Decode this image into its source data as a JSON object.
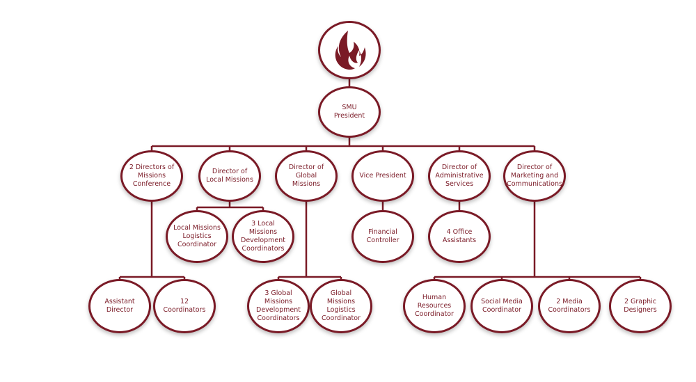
{
  "colors": {
    "accent": "#7a1a26",
    "background": "#ffffff"
  },
  "logo": {
    "icon": "flame-icon"
  },
  "president": "SMU President",
  "directors": {
    "missions_conference": "2 Directors of\nMissions\nConference",
    "local_missions": "Director of\nLocal Missions",
    "global_missions": "Director of\nGlobal Missions",
    "vice_president": "Vice President",
    "administrative": "Director of\nAdministrative\nServices",
    "marketing": "Director of\nMarketing and\nCommunications"
  },
  "staff": {
    "local_logistics": "Local Missions\nLogistics\nCoordinator",
    "local_development": "3 Local Missions\nDevelopment\nCoordinators",
    "financial_controller": "Financial\nController",
    "office_assistants": "4 Office\nAssistants",
    "assistant_director": "Assistant Director",
    "coordinators_12": "12 Coordinators",
    "global_development": "3 Global Missions\nDevelopment\nCoordinators",
    "global_logistics": "Global Missions\nLogistics\nCoordinator",
    "hr_coordinator": "Human Resources\nCoordinator",
    "social_media": "Social Media\nCoordinator",
    "media_coordinators": "2 Media\nCoordinators",
    "graphic_designers": "2 Graphic\nDesigners"
  }
}
